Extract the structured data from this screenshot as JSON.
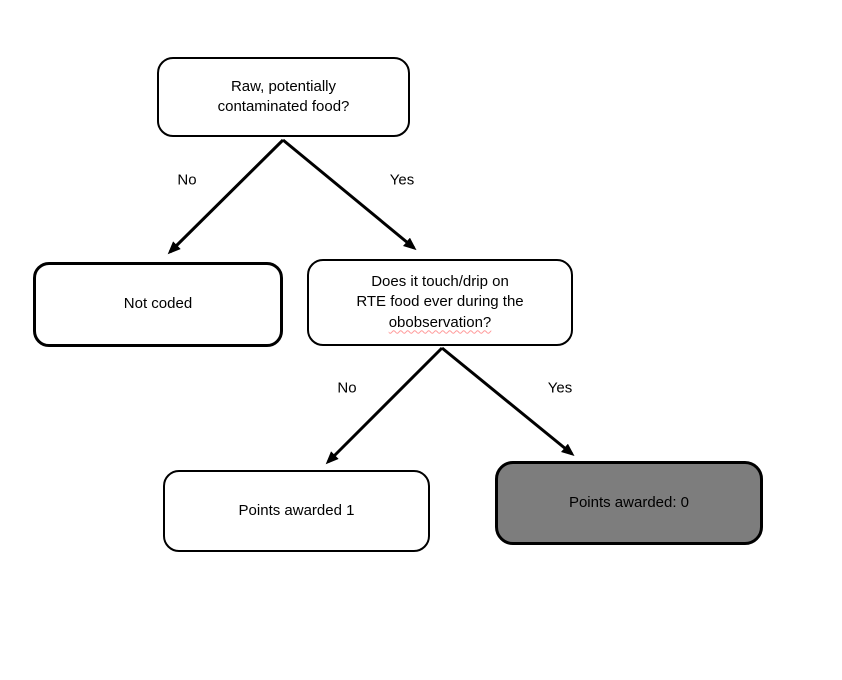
{
  "diagram": {
    "nodes": {
      "root": {
        "label": "Raw, potentially\ncontaminated food?"
      },
      "not_coded": {
        "label": "Not coded"
      },
      "touch_drip": {
        "label_before": "Does it touch/drip on\nRTE food ever during the\n",
        "misspelled_word": "obobservation?"
      },
      "points_one": {
        "label": "Points awarded 1"
      },
      "points_zero": {
        "label": "Points awarded: 0"
      }
    },
    "edge_labels": {
      "root_no": "No",
      "root_yes": "Yes",
      "touch_no": "No",
      "touch_yes": "Yes"
    },
    "colors": {
      "background": "#ffffff",
      "node_fill": "#ffffff",
      "node_border": "#000000",
      "highlighted_node_fill": "#7d7d7d",
      "arrow": "#000000",
      "spellcheck_underline": "#ff9999"
    }
  }
}
